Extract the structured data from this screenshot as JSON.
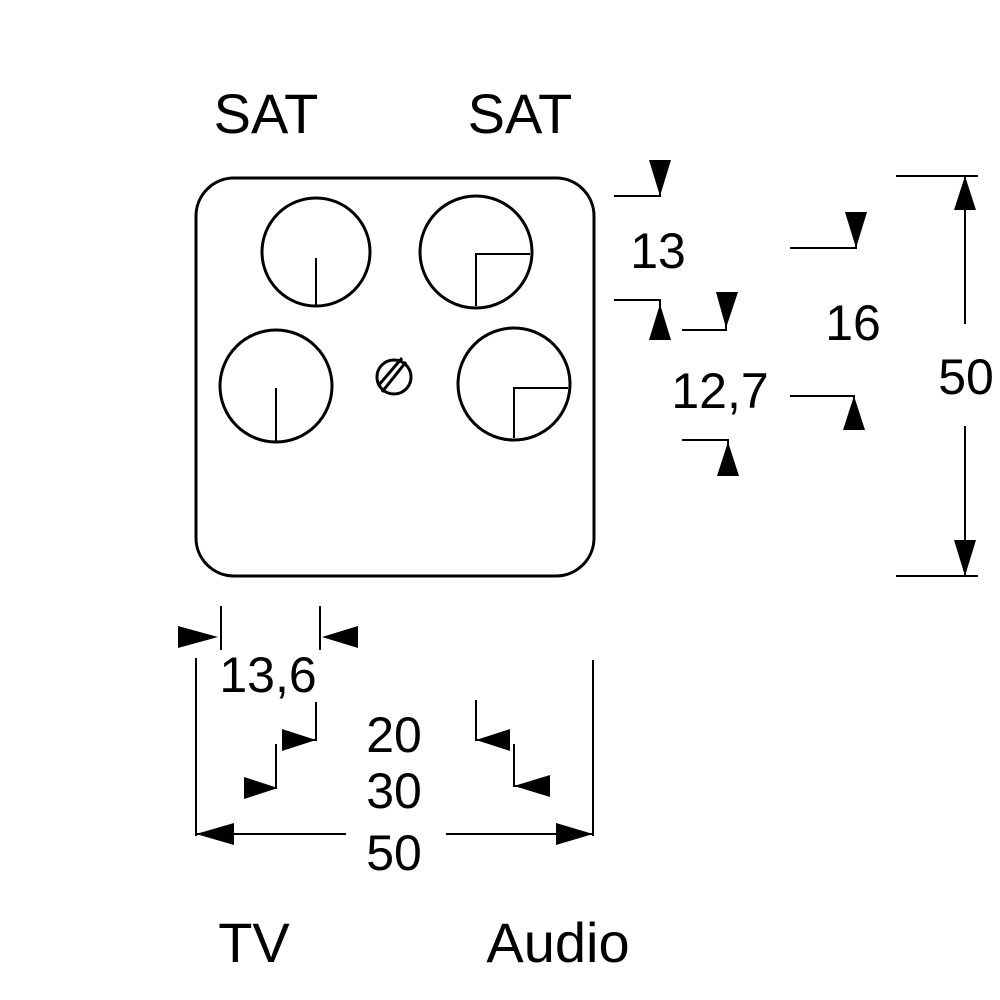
{
  "labels": {
    "sat_left": "SAT",
    "sat_right": "SAT",
    "tv": "TV",
    "audio": "Audio"
  },
  "dimensions": {
    "socket_vertical_pitch": "13",
    "socket_vertical_offset": "12,7",
    "socket_spacing": "16",
    "plate_height": "50",
    "socket_horizontal_pitch": "13,6",
    "inner_width": "20",
    "mid_width": "30",
    "plate_width": "50"
  }
}
